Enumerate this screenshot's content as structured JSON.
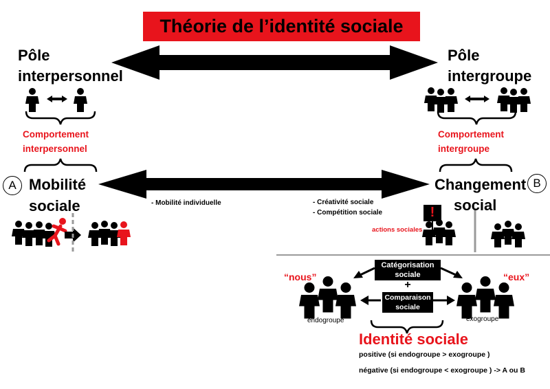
{
  "title": "Théorie de l’identité sociale",
  "colors": {
    "accent": "#e8141c",
    "ink": "#000000",
    "grey": "#9a9a9a"
  },
  "left_pole": {
    "line1": "Pôle",
    "line2": "interpersonnel"
  },
  "right_pole": {
    "line1": "Pôle",
    "line2": "intergroupe"
  },
  "left_behavior": {
    "line1": "Comportement",
    "line2": "interpersonnel"
  },
  "right_behavior": {
    "line1": "Comportement",
    "line2": "intergroupe"
  },
  "pole_a": {
    "letter": "A",
    "line1": "Mobilité",
    "line2": "sociale"
  },
  "pole_b": {
    "letter": "B",
    "line1": "Changement",
    "line2": "social"
  },
  "strategies": {
    "left": "- Mobilité individuelle",
    "right1": "- Créativité sociale",
    "right2": "- Compétition sociale"
  },
  "actions_label": "actions sociales",
  "flag_symbol": "!",
  "process": {
    "box1_line1": "Catégorisation",
    "box1_line2": "sociale",
    "plus": "+",
    "box2_line1": "Comparaison",
    "box2_line2": "sociale",
    "nous": "“nous”",
    "eux": "“eux”",
    "endogroupe": "endogroupe",
    "exogroupe": "exogroupe"
  },
  "identity": {
    "title": "Identité sociale",
    "positive": "positive (si endogroupe > exogroupe )",
    "negative": "négative (si endogroupe < exogroupe ) -> A ou B"
  }
}
